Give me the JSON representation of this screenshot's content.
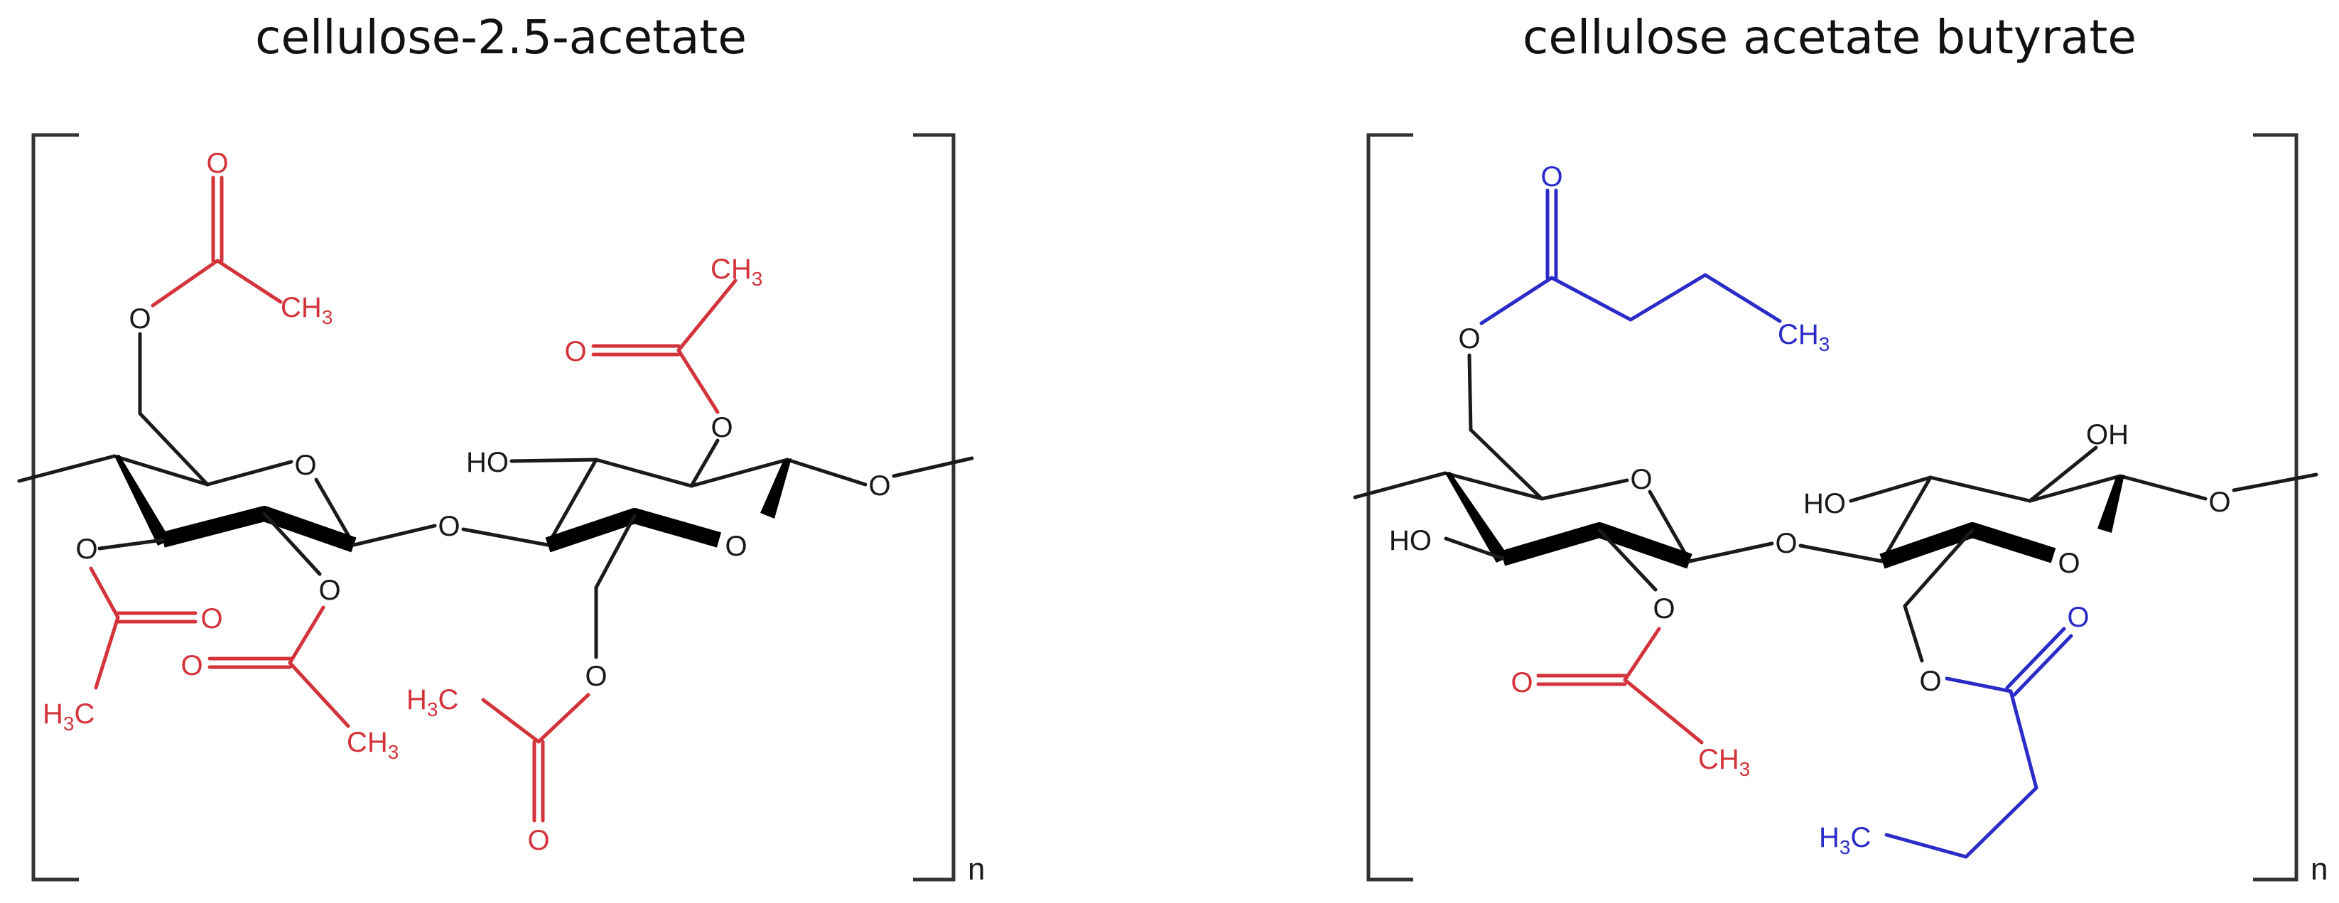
{
  "figure": {
    "colors": {
      "backbone": "#1a1a1a",
      "acetate": "#d3333a",
      "butyrate": "#2b2bc8",
      "bracket": "#333333"
    },
    "left_structure": {
      "title": "cellulose-2.5-acetate",
      "repeat_subscript": "n",
      "labels": {
        "ring_o1": "O",
        "ring_o2": "O",
        "glycosidic_o": "O",
        "chain_o": "O",
        "o6_1": "O",
        "o3_1": "O",
        "o2_1": "O",
        "o2_2": "O",
        "o6_2": "O",
        "ho3_2": "HO",
        "acetyl_a_carbonyl_o": "O",
        "acetyl_a_ch3": "CH",
        "acetyl_a_ch3_sub": "3",
        "acetyl_b_carbonyl_o": "O",
        "acetyl_b_ch3": "CH",
        "acetyl_b_ch3_sub": "3",
        "acetyl_c_carbonyl_o": "O",
        "acetyl_c_h3c_h": "H",
        "acetyl_c_h3c_sub": "3",
        "acetyl_c_h3c_c": "C",
        "acetyl_d_carbonyl_o": "O",
        "acetyl_d_ch3": "CH",
        "acetyl_d_ch3_sub": "3",
        "acetyl_e_carbonyl_o": "O",
        "acetyl_e_h3c_h": "H",
        "acetyl_e_h3c_sub": "3",
        "acetyl_e_h3c_c": "C"
      }
    },
    "right_structure": {
      "title": "cellulose acetate butyrate",
      "repeat_subscript": "n",
      "labels": {
        "ring_o1": "O",
        "ring_o2": "O",
        "glycosidic_o": "O",
        "chain_o": "O",
        "o6_1": "O",
        "o2_1": "O",
        "o6_2": "O",
        "ho3_1": "HO",
        "ho3_2": "HO",
        "oh2_2": "OH",
        "butyryl_a_carbonyl_o": "O",
        "butyryl_a_ch3": "CH",
        "butyryl_a_ch3_sub": "3",
        "acetyl_carbonyl_o": "O",
        "acetyl_ch3": "CH",
        "acetyl_ch3_sub": "3",
        "butyryl_b_carbonyl_o": "O",
        "butyryl_b_h3c_h": "H",
        "butyryl_b_h3c_sub": "3",
        "butyryl_b_h3c_c": "C"
      }
    }
  }
}
